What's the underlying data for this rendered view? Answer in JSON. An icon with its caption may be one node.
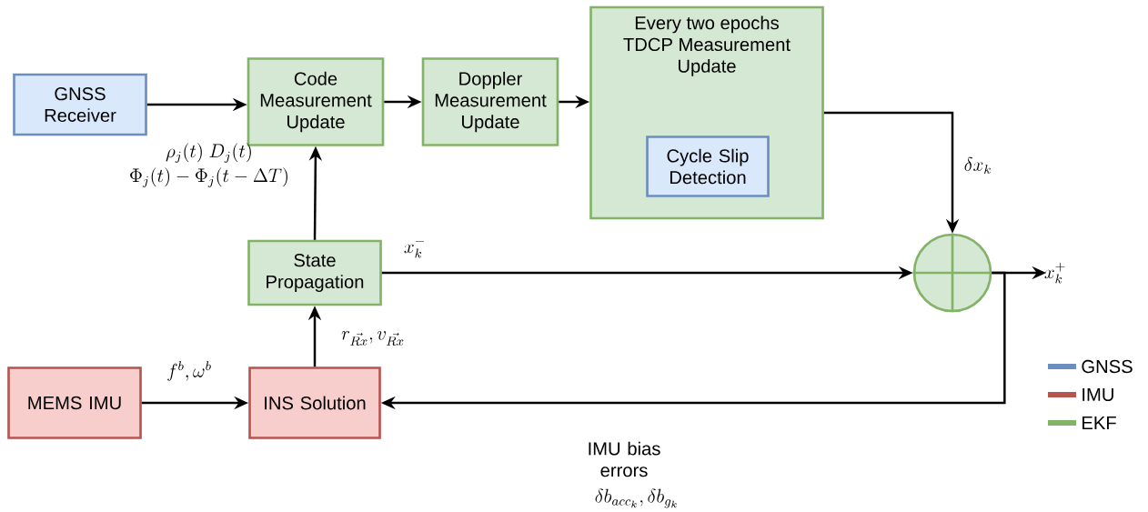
{
  "diagram": {
    "nodes": [
      {
        "text": [
          "GNSS Receiver"
        ]
      },
      {
        "text": [
          "Code Measurement Update"
        ]
      },
      {
        "text": [
          "Doppler Measurement Update"
        ]
      },
      {
        "text": [
          "Every two epochs TDCP Measurement Update"
        ]
      },
      {
        "text": [
          "Cycle Slip Detection"
        ],
        "in": 3
      },
      {
        "text": [
          "State Propagation"
        ]
      },
      {
        "text": [
          "MEMS IMU"
        ]
      },
      {
        "text": [
          "INS Solution"
        ]
      },
      {
        "text": [],
        "shape": "circle"
      }
    ],
    "edges": [
      {
        "from": 0,
        "to": 1,
        "arrow": "to"
      },
      {
        "from": 1,
        "to": 2,
        "arrow": "to"
      },
      {
        "from": 2,
        "to": 3,
        "arrow": "to"
      },
      {
        "from": 3,
        "to": 8,
        "arrow": "to",
        "label": "\\delta x_k"
      },
      {
        "from": 5,
        "to": 1,
        "arrow": "to"
      },
      {
        "from": 7,
        "to": 5,
        "arrow": "to",
        "label": "r_{\\vec{Rx}}, v_{\\vec{Rx}}"
      },
      {
        "from": 6,
        "to": 7,
        "arrow": "to",
        "label": "f^b, \\omega^b"
      },
      {
        "from": 5,
        "to": 8,
        "arrow": "to",
        "label": "x_k^-"
      },
      {
        "from": 8,
        "to": null,
        "arrow": "to",
        "label": "x_k^+"
      },
      {
        "from": 8,
        "to": 7,
        "arrow": "to"
      }
    ],
    "labels": [
      "\\rho_j(t)\\ D_j(t)",
      "\\Phi_j(t)-\\Phi_j(t-\\Delta T)",
      "IMU bias errors",
      "\\delta b_{acc_k}, \\delta b_{g_k}"
    ],
    "legend": [
      {
        "text": "GNSS",
        "color": "#6c8ebf"
      },
      {
        "text": "IMU",
        "color": "#b85450"
      },
      {
        "text": "EKF",
        "color": "#82b366"
      }
    ]
  }
}
